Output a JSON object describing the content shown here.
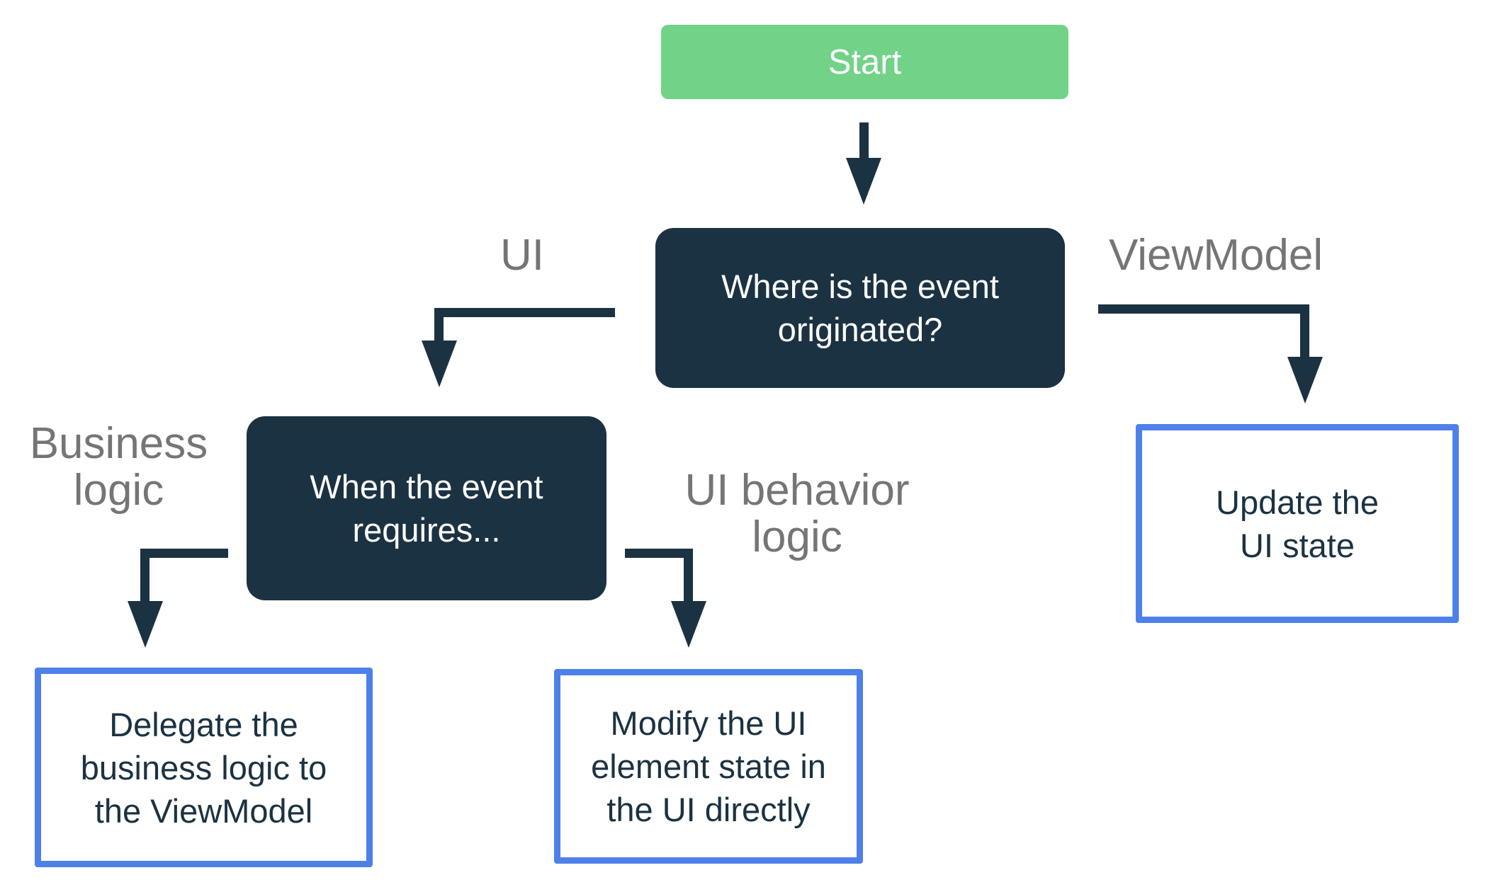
{
  "colors": {
    "background": "#FFFFFF",
    "start_green": "#72D287",
    "navy": "#1B3242",
    "outline_blue": "#4E80EA",
    "label_gray": "#757575",
    "box_text_light": "#FFFFFF"
  },
  "nodes": {
    "start": {
      "lines": [
        "Start"
      ]
    },
    "question": {
      "lines": [
        "Where is the event",
        "originated?"
      ]
    },
    "when": {
      "lines": [
        "When the event",
        "requires..."
      ]
    },
    "delegate": {
      "lines": [
        "Delegate the",
        "business logic to",
        "the ViewModel"
      ]
    },
    "modify": {
      "lines": [
        "Modify the UI",
        "element state in",
        "the UI directly"
      ]
    },
    "update": {
      "lines": [
        "Update the",
        "UI state"
      ]
    }
  },
  "edge_labels": {
    "ui": "UI",
    "viewmodel": "ViewModel",
    "business_logic": {
      "lines": [
        "Business",
        "logic"
      ]
    },
    "ui_behavior_logic": "UI behavior logic"
  }
}
